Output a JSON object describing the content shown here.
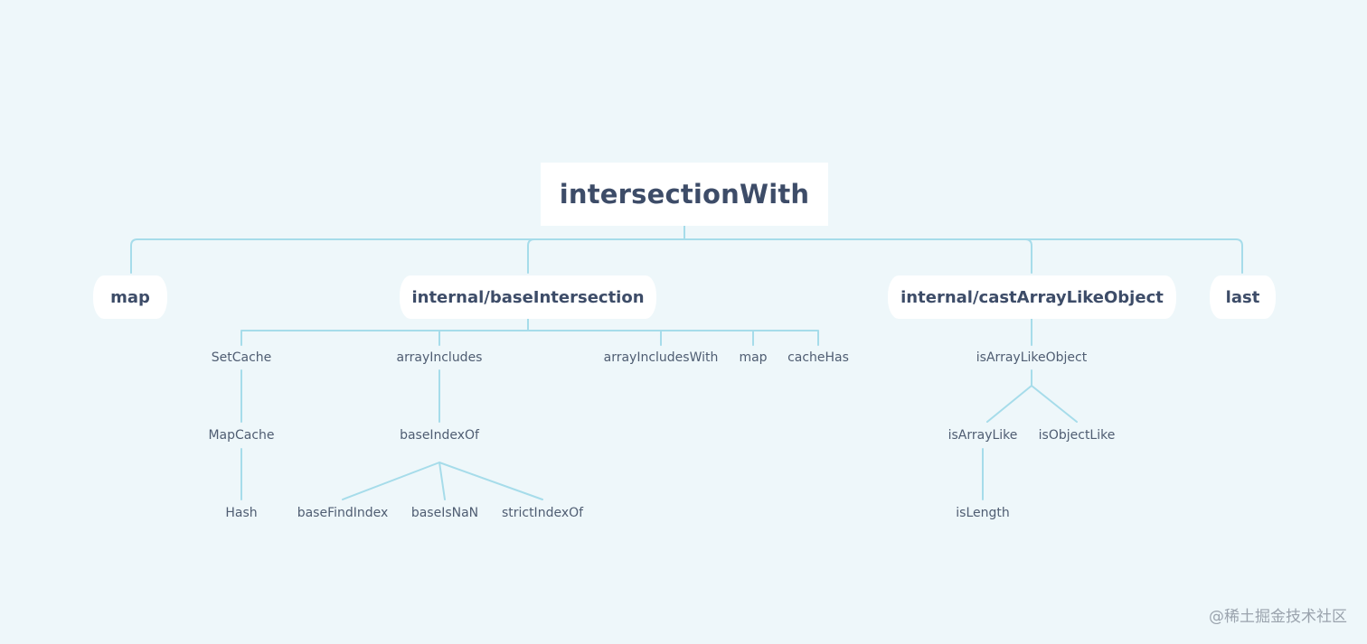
{
  "diagram": {
    "root": "intersectionWith",
    "dependencies": [
      {
        "label": "map",
        "children": []
      },
      {
        "label": "internal/baseIntersection",
        "children": [
          {
            "label": "SetCache",
            "children": [
              {
                "label": "MapCache",
                "children": [
                  {
                    "label": "Hash"
                  }
                ]
              }
            ]
          },
          {
            "label": "arrayIncludes",
            "children": [
              {
                "label": "baseIndexOf",
                "children": [
                  {
                    "label": "baseFindIndex"
                  },
                  {
                    "label": "baseIsNaN"
                  },
                  {
                    "label": "strictIndexOf"
                  }
                ]
              }
            ]
          },
          {
            "label": "arrayIncludesWith"
          },
          {
            "label": "map"
          },
          {
            "label": "cacheHas"
          }
        ]
      },
      {
        "label": "internal/castArrayLikeObject",
        "children": [
          {
            "label": "isArrayLikeObject",
            "children": [
              {
                "label": "isArrayLike",
                "children": [
                  {
                    "label": "isLength"
                  }
                ]
              },
              {
                "label": "isObjectLike"
              }
            ]
          }
        ]
      },
      {
        "label": "last",
        "children": []
      }
    ]
  },
  "watermark": "@稀土掘金技术社区",
  "colors": {
    "background": "#eef7fa",
    "connector": "#a6dcea",
    "node_fill": "#ffffff",
    "main_text": "#3d4c68",
    "sub_text": "#4f5d72",
    "watermark_text": "#9aa3ad"
  }
}
